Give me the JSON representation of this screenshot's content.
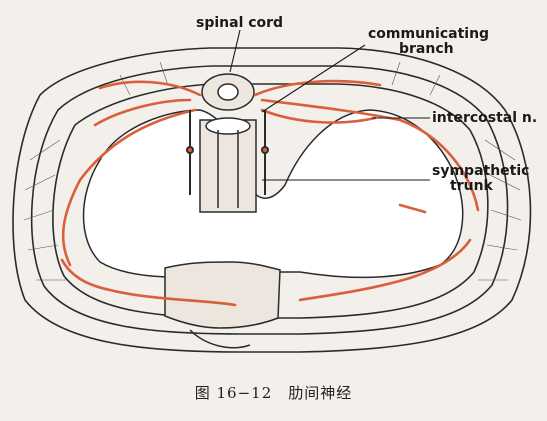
{
  "labels": {
    "spinal_cord": "spinal cord",
    "communicating_branch_line1": "communicating",
    "communicating_branch_line2": "branch",
    "intercostal": "intercostal n.",
    "sympathetic_line1": "sympathetic",
    "sympathetic_line2": "trunk"
  },
  "caption": "图 16−12　肋间神经",
  "colors": {
    "nerve": "#d9603b",
    "outline": "#2b2b2b",
    "paper": "#f3f0ec",
    "tissue": "#e6e2dc"
  }
}
